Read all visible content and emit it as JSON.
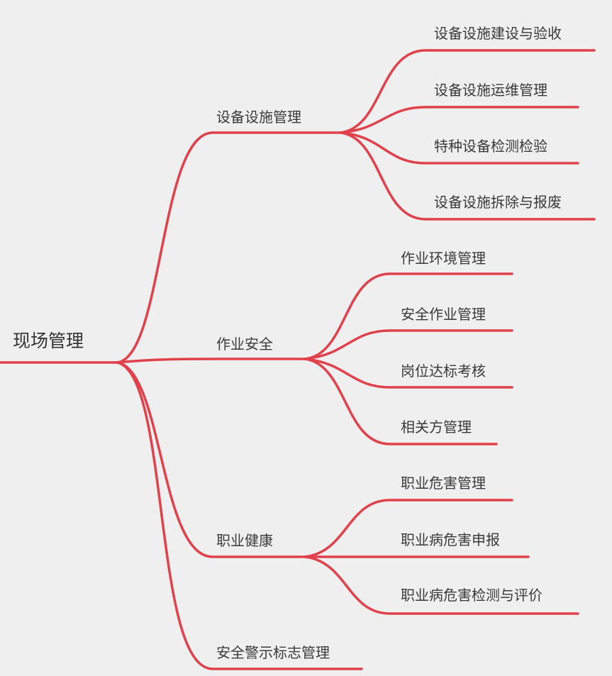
{
  "line_color": "#e0414b",
  "root": {
    "label": "现场管理"
  },
  "branches": [
    {
      "label": "设备设施管理",
      "children": [
        "设备设施建设与验收",
        "设备设施运维管理",
        "特种设备检测检验",
        "设备设施拆除与报废"
      ]
    },
    {
      "label": "作业安全",
      "children": [
        "作业环境管理",
        "安全作业管理",
        "岗位达标考核",
        "相关方管理"
      ]
    },
    {
      "label": "职业健康",
      "children": [
        "职业危害管理",
        "职业病危害申报",
        "职业病危害检测与评价"
      ]
    },
    {
      "label": "安全警示标志管理",
      "children": []
    }
  ]
}
